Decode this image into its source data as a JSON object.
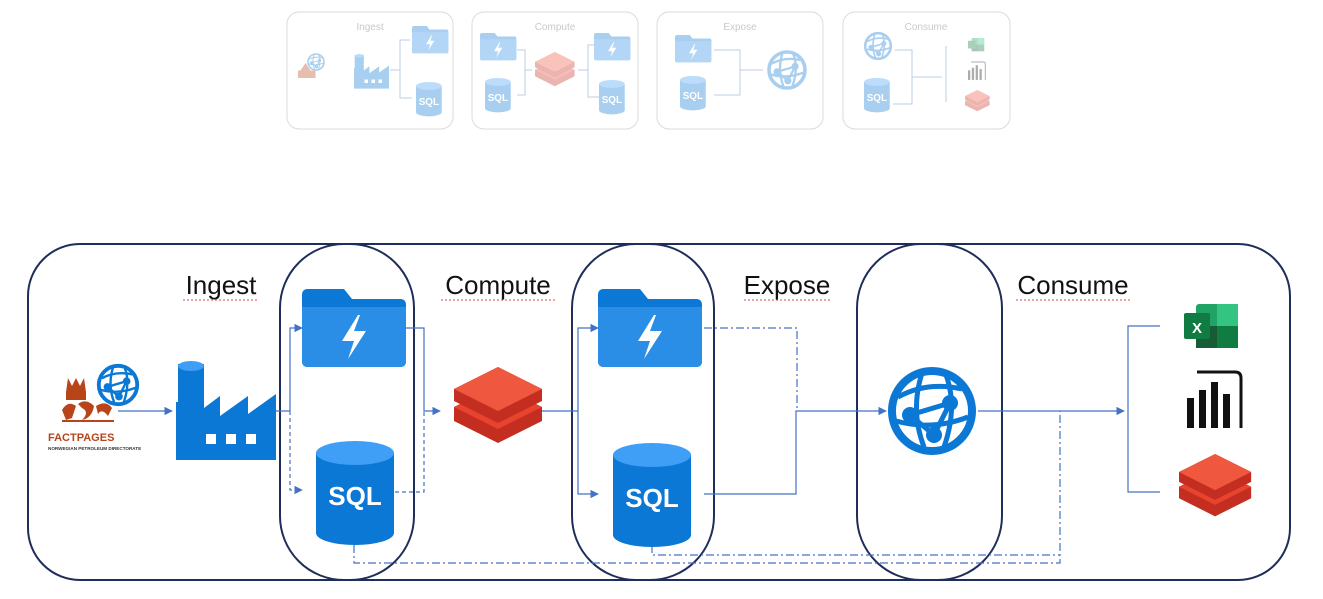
{
  "thumbnail": {
    "stages": [
      "Ingest",
      "Compute",
      "Expose",
      "Consume"
    ]
  },
  "main": {
    "stages": [
      "Ingest",
      "Compute",
      "Expose",
      "Consume"
    ]
  },
  "source": {
    "brand": "FACTPAGES",
    "subtitle": "NORWEGIAN PETROLEUM DIRECTORATE"
  },
  "icons": {
    "sql_label": "SQL",
    "excel_letter": "X"
  },
  "colors": {
    "azure_blue": "#0a78d4",
    "azure_light": "#3f9ef5",
    "databricks_red": "#e8432f",
    "databricks_dark": "#c42e20",
    "excel_green": "#1d7c45",
    "frame_navy": "#1f2d5a",
    "arrow_blue": "#4472c4",
    "factpages_red": "#b8441a"
  }
}
